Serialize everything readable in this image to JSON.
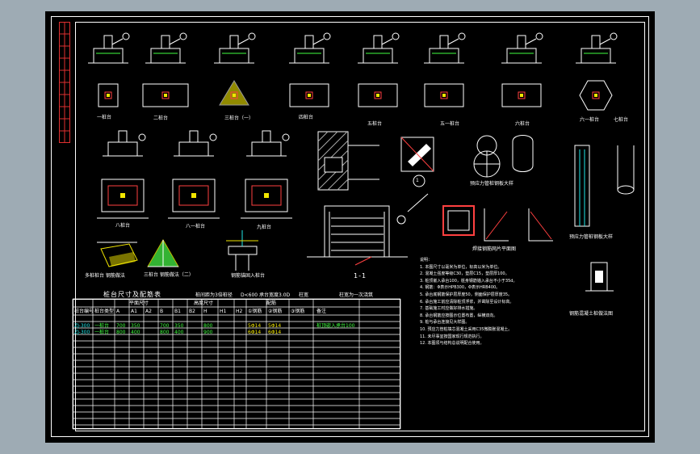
{
  "drawing": {
    "cap_labels_row1": [
      "一桩台",
      "二桩台",
      "三桩台（一）",
      "四桩台",
      "五桩台",
      "五一桩台",
      "六桩台",
      "六一桩台",
      "七桩台"
    ],
    "cap_labels_row2": [
      "八桩台",
      "八一桩台",
      "九桩台"
    ],
    "cap_labels_row3": [
      "多桩桩台 钢筋做法",
      "三桩台 钢筋做法（二）",
      "钢筋锚固入桩台"
    ],
    "section_label": "1-1",
    "circle_marker": "1",
    "detail_labels": [
      "预应力管桩钢板大样",
      "焊接钢筋网片平面图",
      "预应力管桩钢板大样",
      "钢筋混凝土桩做法图"
    ],
    "table": {
      "title": "桩台尺寸及配筋表",
      "side_notes": [
        "桩间距为3倍桩径",
        "D<600 承台宽度3.0D",
        "柱宽",
        "柱宽为一次浇筑"
      ],
      "header_groups": [
        "平面尺寸",
        "高度尺寸",
        "配筋"
      ],
      "columns": [
        "桩台编号",
        "桩台类型",
        "A",
        "A1",
        "A2",
        "B",
        "B1",
        "B2",
        "H",
        "H1",
        "H2",
        "①钢筋",
        "②钢筋",
        "③钢筋",
        "备注"
      ],
      "rows": [
        [
          "ZJ-300",
          "一桩台",
          "700",
          "350",
          "",
          "700",
          "350",
          "",
          "800",
          "",
          "",
          "5Φ14",
          "5Φ14",
          "",
          "桩顶嵌入承台100"
        ],
        [
          "ZJ-300",
          "一桩台",
          "800",
          "400",
          "",
          "800",
          "400",
          "",
          "900",
          "",
          "",
          "6Φ14",
          "6Φ14",
          "",
          ""
        ]
      ]
    },
    "notes_title": "说明：",
    "notes": [
      "1. 本图尺寸以毫米为单位，标高以米为单位。",
      "2. 混凝土强度等级C30，垫层C15，垫层厚100。",
      "3. 桩顶嵌入承台100，桩身钢筋锚入承台不小于35d。",
      "4. 钢筋：Φ表示HPB300，Φ表示HRB400。",
      "5. 承台底钢筋保护层厚度50，侧面保护层厚度35。",
      "6. 承台施工前应清除桩顶浮浆，并凿除至设计标高。",
      "7. 基础施工时应做好排水措施。",
      "8. 承台钢筋应按图示位置布置，纵横双向。",
      "9. 桩与承台连接见大样图。",
      "10. 预应力管桩填芯混凝土采用C35微膨胀混凝土。",
      "11. 未尽事宜按国家现行规范执行。",
      "12. 本图须与结构总说明配合使用。"
    ]
  }
}
